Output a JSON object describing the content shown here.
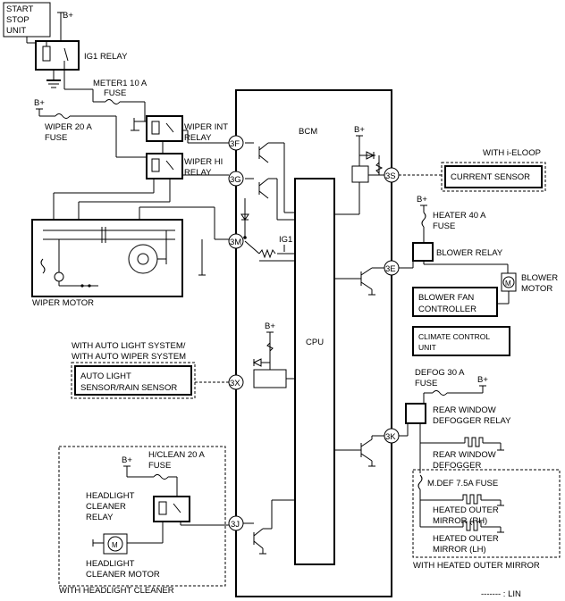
{
  "labels": {
    "start_stop_unit": [
      "START",
      "STOP",
      "UNIT"
    ],
    "ig1_relay": "IG1 RELAY",
    "b_plus": "B+",
    "meter1_fuse": [
      "METER1 10 A",
      "FUSE"
    ],
    "wiper_fuse": [
      "WIPER 20 A",
      "FUSE"
    ],
    "wiper_int_relay": [
      "WIPER INT",
      "RELAY"
    ],
    "wiper_hi_relay": [
      "WIPER HI",
      "RELAY"
    ],
    "wiper_motor": "WIPER MOTOR",
    "bcm": "BCM",
    "cpu": "CPU",
    "ig1": "IG1",
    "with_i_eloop": "WITH i-ELOOP",
    "current_sensor": "CURRENT SENSOR",
    "heater_fuse": [
      "HEATER 40 A",
      "FUSE"
    ],
    "blower_relay": "BLOWER RELAY",
    "blower_motor": [
      "BLOWER",
      "MOTOR"
    ],
    "blower_fan_controller": [
      "BLOWER FAN",
      "CONTROLLER"
    ],
    "climate_control_unit": [
      "CLIMATE CONTROL",
      "UNIT"
    ],
    "with_auto_light": [
      "WITH AUTO LIGHT SYSTEM/",
      "WITH AUTO WIPER SYSTEM"
    ],
    "auto_light_sensor": [
      "AUTO LIGHT",
      "SENSOR/RAIN SENSOR"
    ],
    "defog_fuse": [
      "DEFOG 30 A",
      "FUSE"
    ],
    "rear_window_defogger_relay": [
      "REAR WINDOW",
      "DEFOGGER RELAY"
    ],
    "rear_window_defogger": [
      "REAR WINDOW",
      "DEFOGGER"
    ],
    "mdef_fuse": "M.DEF 7.5A  FUSE",
    "heated_mirror_rh": [
      "HEATED OUTER",
      "MIRROR (RH)"
    ],
    "heated_mirror_lh": [
      "HEATED OUTER",
      "MIRROR (LH)"
    ],
    "with_heated_outer_mirror": "WITH HEATED OUTER MIRROR",
    "hclean_fuse": [
      "H/CLEAN 20 A",
      "FUSE"
    ],
    "headlight_cleaner_relay": [
      "HEADLIGHT",
      "CLEANER",
      "RELAY"
    ],
    "headlight_cleaner_motor": [
      "HEADLIGHT",
      "CLEANER MOTOR"
    ],
    "with_headlight_cleaner": "WITH HEADLIGHT CLEANER",
    "motor_symbol": "M",
    "lin_legend": "------- : LIN"
  },
  "pins": [
    "3F",
    "3G",
    "3M",
    "3X",
    "3J",
    "3S",
    "3E",
    "3K"
  ]
}
